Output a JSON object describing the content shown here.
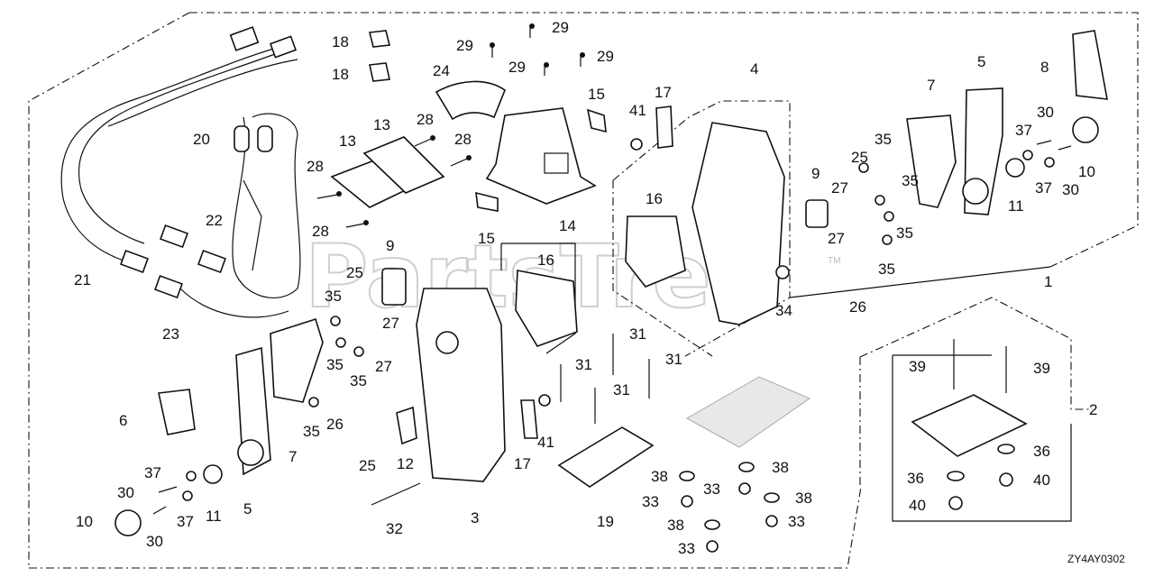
{
  "diagram": {
    "drawing_code": "ZY4AY0302",
    "watermark": "PartsTree",
    "trademark": "TM",
    "callouts": [
      {
        "id": "c1",
        "text": "1"
      },
      {
        "id": "c2",
        "text": "2"
      },
      {
        "id": "c3",
        "text": "3"
      },
      {
        "id": "c4",
        "text": "4"
      },
      {
        "id": "c5a",
        "text": "5"
      },
      {
        "id": "c5b",
        "text": "5"
      },
      {
        "id": "c6",
        "text": "6"
      },
      {
        "id": "c7a",
        "text": "7"
      },
      {
        "id": "c7b",
        "text": "7"
      },
      {
        "id": "c8",
        "text": "8"
      },
      {
        "id": "c9a",
        "text": "9"
      },
      {
        "id": "c9b",
        "text": "9"
      },
      {
        "id": "c10a",
        "text": "10"
      },
      {
        "id": "c10b",
        "text": "10"
      },
      {
        "id": "c11a",
        "text": "11"
      },
      {
        "id": "c11b",
        "text": "11"
      },
      {
        "id": "c12",
        "text": "12"
      },
      {
        "id": "c13a",
        "text": "13"
      },
      {
        "id": "c13b",
        "text": "13"
      },
      {
        "id": "c14",
        "text": "14"
      },
      {
        "id": "c15a",
        "text": "15"
      },
      {
        "id": "c15b",
        "text": "15"
      },
      {
        "id": "c16a",
        "text": "16"
      },
      {
        "id": "c16b",
        "text": "16"
      },
      {
        "id": "c17a",
        "text": "17"
      },
      {
        "id": "c17b",
        "text": "17"
      },
      {
        "id": "c18a",
        "text": "18"
      },
      {
        "id": "c18b",
        "text": "18"
      },
      {
        "id": "c19",
        "text": "19"
      },
      {
        "id": "c20",
        "text": "20"
      },
      {
        "id": "c21",
        "text": "21"
      },
      {
        "id": "c22",
        "text": "22"
      },
      {
        "id": "c23",
        "text": "23"
      },
      {
        "id": "c24",
        "text": "24"
      },
      {
        "id": "c25a",
        "text": "25"
      },
      {
        "id": "c25b",
        "text": "25"
      },
      {
        "id": "c25c",
        "text": "25"
      },
      {
        "id": "c26a",
        "text": "26"
      },
      {
        "id": "c26b",
        "text": "26"
      },
      {
        "id": "c27a",
        "text": "27"
      },
      {
        "id": "c27b",
        "text": "27"
      },
      {
        "id": "c27c",
        "text": "27"
      },
      {
        "id": "c27d",
        "text": "27"
      },
      {
        "id": "c28a",
        "text": "28"
      },
      {
        "id": "c28b",
        "text": "28"
      },
      {
        "id": "c28c",
        "text": "28"
      },
      {
        "id": "c28d",
        "text": "28"
      },
      {
        "id": "c29a",
        "text": "29"
      },
      {
        "id": "c29b",
        "text": "29"
      },
      {
        "id": "c29c",
        "text": "29"
      },
      {
        "id": "c29d",
        "text": "29"
      },
      {
        "id": "c30a",
        "text": "30"
      },
      {
        "id": "c30b",
        "text": "30"
      },
      {
        "id": "c30c",
        "text": "30"
      },
      {
        "id": "c30d",
        "text": "30"
      },
      {
        "id": "c31a",
        "text": "31"
      },
      {
        "id": "c31b",
        "text": "31"
      },
      {
        "id": "c31c",
        "text": "31"
      },
      {
        "id": "c31d",
        "text": "31"
      },
      {
        "id": "c32",
        "text": "32"
      },
      {
        "id": "c33a",
        "text": "33"
      },
      {
        "id": "c33b",
        "text": "33"
      },
      {
        "id": "c33c",
        "text": "33"
      },
      {
        "id": "c33d",
        "text": "33"
      },
      {
        "id": "c34",
        "text": "34"
      },
      {
        "id": "c35a",
        "text": "35"
      },
      {
        "id": "c35b",
        "text": "35"
      },
      {
        "id": "c35c",
        "text": "35"
      },
      {
        "id": "c35d",
        "text": "35"
      },
      {
        "id": "c35e",
        "text": "35"
      },
      {
        "id": "c35f",
        "text": "35"
      },
      {
        "id": "c35g",
        "text": "35"
      },
      {
        "id": "c35h",
        "text": "35"
      },
      {
        "id": "c36a",
        "text": "36"
      },
      {
        "id": "c36b",
        "text": "36"
      },
      {
        "id": "c37a",
        "text": "37"
      },
      {
        "id": "c37b",
        "text": "37"
      },
      {
        "id": "c37c",
        "text": "37"
      },
      {
        "id": "c37d",
        "text": "37"
      },
      {
        "id": "c38a",
        "text": "38"
      },
      {
        "id": "c38b",
        "text": "38"
      },
      {
        "id": "c38c",
        "text": "38"
      },
      {
        "id": "c38d",
        "text": "38"
      },
      {
        "id": "c39a",
        "text": "39"
      },
      {
        "id": "c39b",
        "text": "39"
      },
      {
        "id": "c40a",
        "text": "40"
      },
      {
        "id": "c40b",
        "text": "40"
      },
      {
        "id": "c41a",
        "text": "41"
      },
      {
        "id": "c41b",
        "text": "41"
      }
    ]
  }
}
